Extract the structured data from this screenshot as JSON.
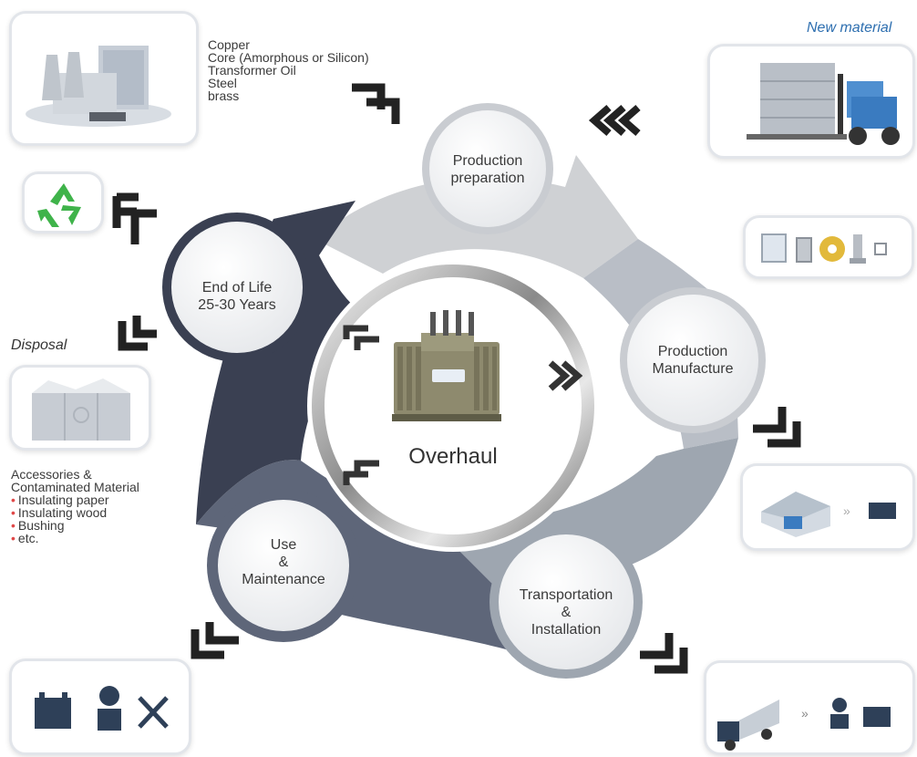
{
  "colors": {
    "prep_segment": "#cfd1d4",
    "manufacture_segment": "#b9bec6",
    "transport_segment": "#9ea6b0",
    "use_segment": "#5e6679",
    "endlife_segment": "#3a4052",
    "new_material_color": "#2e6fb0",
    "bullet_color": "#e04848"
  },
  "center": {
    "label": "Overhaul",
    "icon": "transformer-icon"
  },
  "stages": {
    "production_preparation": {
      "line1": "Production",
      "line2": "preparation"
    },
    "production_manufacture": {
      "line1": "Production",
      "line2": "Manufacture"
    },
    "transportation_installation": {
      "line1": "Transportation",
      "line2": "&",
      "line3": "Installation"
    },
    "use_maintenance": {
      "line1": "Use",
      "line2": "&",
      "line3": "Maintenance"
    },
    "end_of_life": {
      "line1": "End of Life",
      "line2": "25-30 Years"
    }
  },
  "materials": {
    "items": [
      "Copper",
      "Core (Amorphous or Silicon)",
      "Transformer Oil",
      "Steel",
      "brass"
    ]
  },
  "labels": {
    "new_material": "New material",
    "disposal": "Disposal"
  },
  "disposal_list": {
    "heading1": "Accessories &",
    "heading2": "Contaminated Material",
    "items": [
      "Insulating paper",
      "Insulating wood",
      "Bushing",
      "etc."
    ]
  },
  "cards": {
    "factory": {
      "icon": "factory-icon"
    },
    "recycle": {
      "icon": "recycle-icon"
    },
    "bins": {
      "icon": "disposal-bins-icon"
    },
    "forklift": {
      "icon": "forklift-icon"
    },
    "components": {
      "icon": "components-icon"
    },
    "warehouse": {
      "icon": "warehouse-battery-icon"
    },
    "truck": {
      "icon": "truck-worker-battery-icon"
    },
    "maintenance": {
      "icon": "battery-worker-tools-icon"
    }
  }
}
